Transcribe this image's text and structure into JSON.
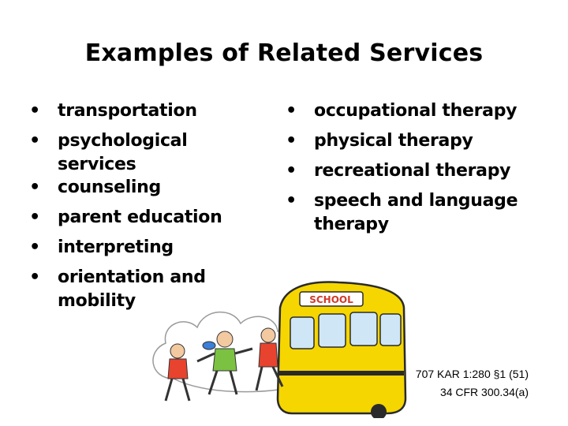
{
  "title": "Examples of Related Services",
  "left_column": {
    "items": [
      {
        "bullet": "•",
        "label": "transportation"
      },
      {
        "bullet": "•",
        "label": "psychological services"
      },
      {
        "bullet": "•",
        "label": "counseling"
      },
      {
        "bullet": "•",
        "label": "parent education"
      },
      {
        "bullet": "•",
        "label": "interpreting"
      },
      {
        "bullet": "•",
        "label": "orientation and mobility"
      }
    ]
  },
  "right_column": {
    "items": [
      {
        "bullet": "•",
        "label": "occupational therapy"
      },
      {
        "bullet": "•",
        "label": "physical therapy"
      },
      {
        "bullet": "•",
        "label": "recreational therapy"
      },
      {
        "bullet": "•",
        "label": "speech and language therapy"
      }
    ]
  },
  "illustration": {
    "description_icon": "school-bus-icon",
    "sign_text": "SCHOOL",
    "colors": {
      "bus": "#f5d600",
      "bus_outline": "#2a2a2a",
      "window": "#cfe6f7",
      "kid_shirt_green": "#7cc242",
      "kid_shirt_red": "#e8432e",
      "sign": "#ffffff"
    }
  },
  "citation": {
    "line1": "707 KAR 1:280 §1 (51)",
    "line2": "34 CFR 300.34(a)"
  }
}
